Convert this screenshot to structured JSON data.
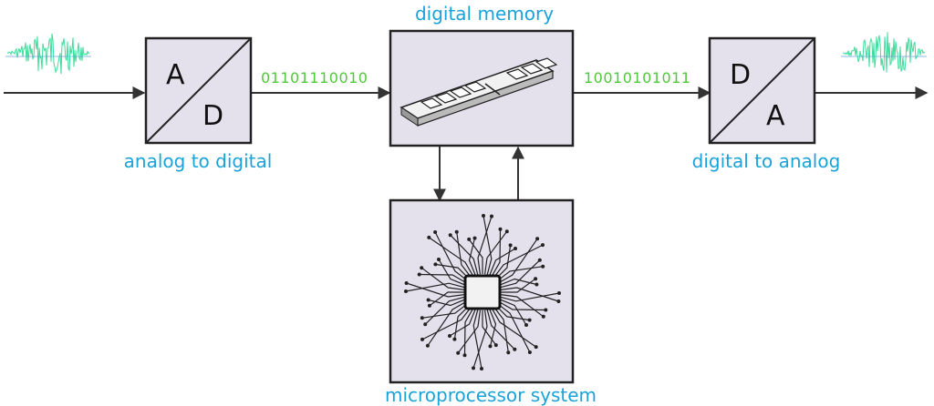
{
  "labels": {
    "memory": "digital memory",
    "adc": "analog to digital",
    "dac": "digital to analog",
    "cpu": "microprocessor system"
  },
  "bits": {
    "in": "01101110010",
    "out": "10010101011"
  },
  "adc_letters": {
    "top": "A",
    "bottom": "D"
  },
  "dac_letters": {
    "top": "D",
    "bottom": "A"
  },
  "colors": {
    "label": "#1aa3d9",
    "bits": "#4fc93a",
    "box_fill": "#e4e1ed",
    "signal": "#3ddc9a"
  },
  "icons": {
    "input_signal": "waveform-icon",
    "output_signal": "waveform-icon",
    "memory": "ram-module-icon",
    "cpu": "chip-icon"
  }
}
